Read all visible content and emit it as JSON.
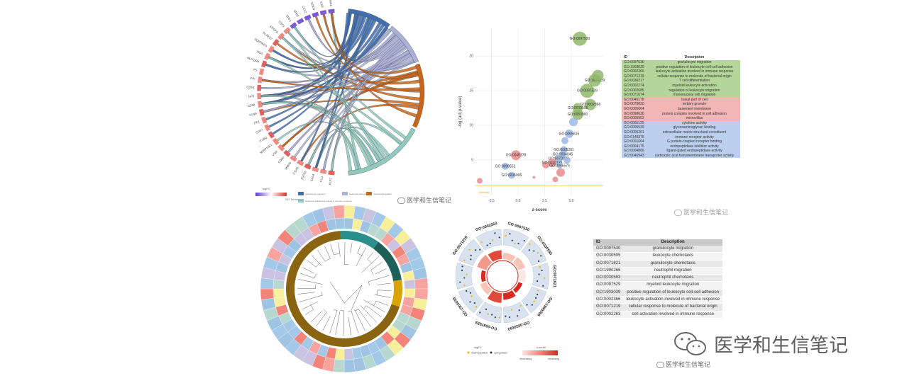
{
  "colors": {
    "up_green": "#8fb96a",
    "down_red": "#e88c8c",
    "mid_blue": "#9cb9e6",
    "chord_blue": "#3f6fb0",
    "chord_lav": "#aab0d8",
    "chord_orange": "#c8651b",
    "chord_teal": "#8fc9c0",
    "gene_red": "#e06060",
    "table_green": "#b5d69a",
    "table_red": "#f2b6b6",
    "table_blue": "#bccfee",
    "ring_colors": [
      "#f4847a",
      "#9fc3e3",
      "#f7ef9a",
      "#b7d7cf",
      "#c9c2e0",
      "#f7a3a0",
      "#a4c8e8"
    ]
  },
  "chord": {
    "genes": [
      "KLF2",
      "CLU",
      "SAA4",
      "TGFB1",
      "ITGA5",
      "MMP9",
      "CD40",
      "VWF",
      "SERPINE1",
      "ITGB2",
      "CD37",
      "PF4",
      "FLNA",
      "CD36",
      "GP9",
      "CD53",
      "LYN",
      "F5",
      "HLA-DRA",
      "NID1",
      "SERPINA1",
      "PLA2G7",
      "VEGFA",
      "CSF3",
      "SPP1",
      "SPN1",
      "CCL2",
      "SOD3",
      "IL6R",
      "LAMA1"
    ],
    "legend_logfc_label": "logFC",
    "legend_go_label": "GO Terms",
    "legend_terms": [
      "granulocyte migration",
      "leukocyte chemotaxis",
      "neutrophil migration",
      "leukocyte activation involved in immune response"
    ]
  },
  "bubble": {
    "ylabel": "-log (adj p-value)",
    "xlabel": "z-score",
    "y_ticks": [
      "5",
      "10",
      "15",
      "20"
    ],
    "x_ticks": [
      "-2.5",
      "0.0",
      "2.5",
      "5.0"
    ],
    "threshold_label": "Threshold",
    "labels": [
      "GO:0097530",
      "GO:1903039",
      "GO:0097529",
      "GO:0002366",
      "GO:0030595",
      "GO:0050900",
      "GO:0005615",
      "GO:0045178",
      "GO:0070820",
      "GO:0005201",
      "GO:0045576",
      "GO:0004045",
      "GO:0098552",
      "GO:0030139",
      "GO:0005006"
    ]
  },
  "bubble_table": {
    "headers": [
      "ID",
      "Description"
    ],
    "rows": [
      {
        "id": "GO:0097530",
        "desc": "granulocyte migration",
        "group": "up"
      },
      {
        "id": "GO:1903039",
        "desc": "positive regulation of leukocyte cell-cell adhesion",
        "group": "up"
      },
      {
        "id": "GO:0002366",
        "desc": "leukocyte activation involved in immune response",
        "group": "up"
      },
      {
        "id": "GO:0071219",
        "desc": "cellular response to molecule of bacterial origin",
        "group": "up"
      },
      {
        "id": "GO:0030217",
        "desc": "T cell differentiation",
        "group": "up"
      },
      {
        "id": "GO:0002274",
        "desc": "myeloid leukocyte activation",
        "group": "up"
      },
      {
        "id": "GO:0002685",
        "desc": "regulation of leukocyte migration",
        "group": "up"
      },
      {
        "id": "GO:0071674",
        "desc": "mononuclear cell migration",
        "group": "up"
      },
      {
        "id": "GO:0045178",
        "desc": "basal part of cell",
        "group": "down"
      },
      {
        "id": "GO:0070820",
        "desc": "tertiary granule",
        "group": "down"
      },
      {
        "id": "GO:0005604",
        "desc": "basement membrane",
        "group": "down"
      },
      {
        "id": "GO:0098636",
        "desc": "protein complex involved in cell adhesion",
        "group": "down"
      },
      {
        "id": "GO:0005902",
        "desc": "microvillus",
        "group": "down"
      },
      {
        "id": "GO:0005125",
        "desc": "cytokine activity",
        "group": "mid"
      },
      {
        "id": "GO:0005539",
        "desc": "glycosaminoglycan binding",
        "group": "mid"
      },
      {
        "id": "GO:0005201",
        "desc": "extracellular matrix structural constituent",
        "group": "mid"
      },
      {
        "id": "GO:0140375",
        "desc": "immune receptor activity",
        "group": "mid"
      },
      {
        "id": "GO:0001664",
        "desc": "G protein-coupled receptor binding",
        "group": "mid"
      },
      {
        "id": "GO:0004175",
        "desc": "endopeptidase inhibitor activity",
        "group": "mid"
      },
      {
        "id": "GO:0004866",
        "desc": "ligand-gated endopeptidase activity",
        "group": "mid"
      },
      {
        "id": "GO:0046943",
        "desc": "carboxylic acid transmembrane transporter activity",
        "group": "mid"
      }
    ]
  },
  "goplot_table": {
    "headers": [
      "ID",
      "Description"
    ],
    "rows": [
      {
        "id": "GO:0097530",
        "desc": "granulocyte migration"
      },
      {
        "id": "GO:0030595",
        "desc": "leukocyte chemotaxis"
      },
      {
        "id": "GO:0071621",
        "desc": "granulocyte chemotaxis"
      },
      {
        "id": "GO:1990266",
        "desc": "neutrophil migration"
      },
      {
        "id": "GO:0030593",
        "desc": "neutrophil chemotaxis"
      },
      {
        "id": "GO:0097529",
        "desc": "myeloid leukocyte migration"
      },
      {
        "id": "GO:1903039",
        "desc": "positive regulation of leukocyte cell-cell adhesion"
      },
      {
        "id": "GO:0002366",
        "desc": "leukocyte activation involved in immune response"
      },
      {
        "id": "GO:0071219",
        "desc": "cellular response to molecule of bacterial origin"
      },
      {
        "id": "GO:0002263",
        "desc": "cell activation involved in immune response"
      }
    ]
  },
  "circle": {
    "labels": [
      "GO:0097530",
      "GO:0030595",
      "GO:0071621",
      "GO:1990266",
      "GO:0030593",
      "GO:0097529",
      "GO:1903039",
      "GO:0002366",
      "GO:0071219",
      "GO:0002263"
    ],
    "legend_logfc": "logFC",
    "legend_down": "downregulated",
    "legend_up": "upregulated",
    "legend_z": "z-score",
    "legend_decreasing": "decreasing",
    "legend_increasing": "increasing"
  },
  "watermarks": {
    "main": "医学和生信笔记",
    "small1": "医学和生信笔记",
    "small2": "医学和生信笔记",
    "small3": "医学和生信笔记"
  }
}
